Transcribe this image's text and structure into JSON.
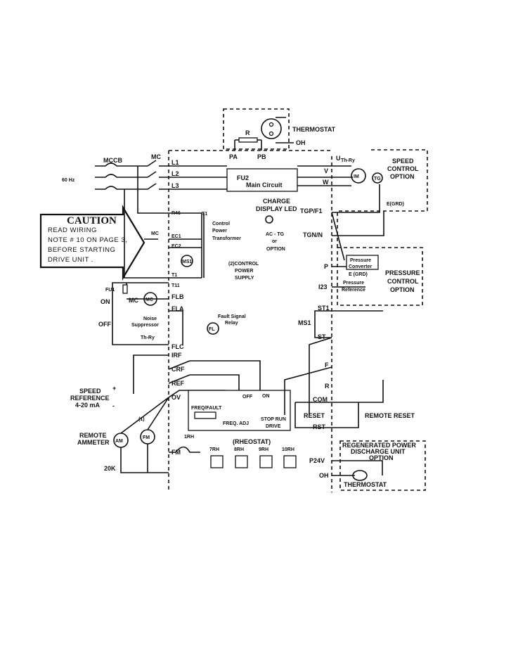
{
  "caution": {
    "title": "CAUTION",
    "lines": [
      "READ  WIRING",
      "NOTE # 10 ON PAGE 3,",
      "BEFORE  STARTING",
      "DRIVE  UNIT ."
    ]
  },
  "power": {
    "freq": "60 Hz",
    "mccb": "MCCB",
    "mc": "MC",
    "l1": "L1",
    "l2": "L2",
    "l3": "L3",
    "fu2": "FU2",
    "main": "Main Circuit",
    "r": "R",
    "pa": "PA",
    "pb": "PB",
    "thermostat": "THERMOSTAT",
    "oh": "OH",
    "charge": "CHARGE",
    "display_led": "DISPLAY LED"
  },
  "motor": {
    "u": "U",
    "v": "V",
    "w": "W",
    "thry": "Th-Ry",
    "im": "IM",
    "tg": "TG",
    "egrd": "E(GRD)",
    "speed_opt": [
      "SPEED",
      "CONTROL",
      "OPTION"
    ]
  },
  "control": {
    "r46": "R46",
    "t1": "T1",
    "ec1": "EC1",
    "ec2": "EC2",
    "mc_small": "MC",
    "cpt": [
      "Control",
      "Power",
      "Transformer"
    ],
    "ms1": "MS1",
    "cps": [
      "(2)CONTROL",
      "POWER",
      "SUPPLY"
    ],
    "t1b": "T1",
    "t11": "T11",
    "fu1": "FU1"
  },
  "seq": {
    "fu1": "FU1",
    "on": "ON",
    "off": "OFF",
    "mc": "MC",
    "noise": [
      "Noise",
      "Suppressor"
    ],
    "thry": "Th-Ry",
    "flb": "FLB",
    "fla": "FLA",
    "flc": "FLC",
    "fl": "FL",
    "fault_relay": [
      "Fault Signal",
      "Relay"
    ]
  },
  "tg_opt": {
    "tgp": "TGP/F1",
    "tgn": "TGN/N",
    "actg": [
      "AC - TG",
      "or",
      "OPTION"
    ],
    "p": "P",
    "i23": "I23",
    "conv": [
      "Pressure",
      "Converter"
    ],
    "egrd": "E (GRD)",
    "ref": [
      "Pressure",
      "Reference"
    ],
    "pcopt": [
      "PRESSURE",
      "CONTROL",
      "OPTION"
    ]
  },
  "analog": {
    "irf": "IRF",
    "crf": "CRF",
    "ref": "REF",
    "ov": "OV",
    "fm": "FM",
    "speed_ref": [
      "SPEED",
      "REFERENCE",
      "4-20 mA"
    ],
    "ammeter": [
      "REMOTE",
      "AMMETER"
    ],
    "am": "AM",
    "fmm": "FM",
    "one": "(1)",
    "k20": "20K",
    "rh1": "1RH",
    "plus": "+",
    "minus": "-"
  },
  "panel": {
    "freqfault": "FREQ/FAULT",
    "off": "OFF",
    "on": "ON",
    "freq_adj": "FREQ. ADJ",
    "stop_run": "STOP RUN",
    "drive": "DRIVE"
  },
  "rheo": {
    "title": "(RHEOSTAT)",
    "items": [
      "7RH",
      "8RH",
      "9RH",
      "10RH"
    ]
  },
  "right": {
    "st1": "ST1",
    "ms1": "MS1",
    "st": "ST",
    "f": "F",
    "r": "R",
    "com": "COM",
    "reset": "RESET",
    "rst": "RST",
    "remote_reset": "REMOTE RESET",
    "p24v": "P24V",
    "oh": "OH",
    "regen": [
      "REGENERATED POWER",
      "DISCHARGE UNIT",
      "OPTION"
    ],
    "thermostat": "THERMOSTAT"
  }
}
